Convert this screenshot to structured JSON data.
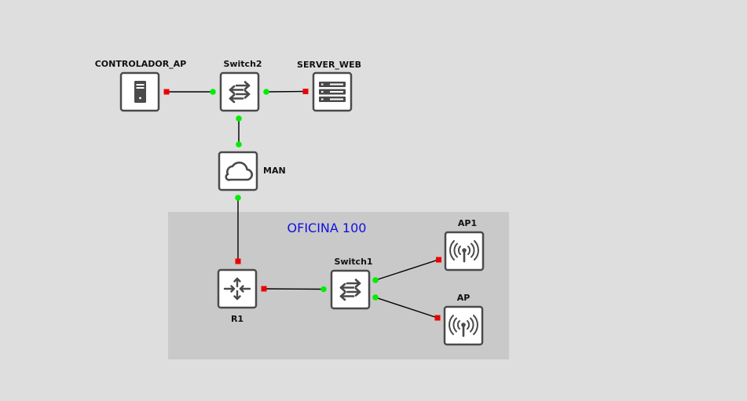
{
  "area": {
    "label": "OFICINA 100",
    "label_color": "#1010e0",
    "fill": "#c9c9c9"
  },
  "colors": {
    "link_up": "#00ee00",
    "link_down": "#ee0000",
    "background": "#dedede"
  },
  "nodes": {
    "controlador_ap": {
      "label": "CONTROLADOR_AP",
      "icon": "server-tower-icon"
    },
    "switch2": {
      "label": "Switch2",
      "icon": "switch-icon"
    },
    "server_web": {
      "label": "SERVER_WEB",
      "icon": "server-rack-icon"
    },
    "man": {
      "label": "MAN",
      "icon": "cloud-icon"
    },
    "r1": {
      "label": "R1",
      "icon": "router-icon"
    },
    "switch1": {
      "label": "Switch1",
      "icon": "switch-icon"
    },
    "ap1": {
      "label": "AP1",
      "icon": "wireless-ap-icon"
    },
    "ap": {
      "label": "AP",
      "icon": "wireless-ap-icon"
    }
  },
  "links": [
    {
      "from": "controlador_ap",
      "to": "switch2",
      "from_status": "down",
      "to_status": "up"
    },
    {
      "from": "switch2",
      "to": "server_web",
      "from_status": "up",
      "to_status": "down"
    },
    {
      "from": "switch2",
      "to": "man",
      "from_status": "up",
      "to_status": "up"
    },
    {
      "from": "man",
      "to": "r1",
      "from_status": "up",
      "to_status": "down"
    },
    {
      "from": "r1",
      "to": "switch1",
      "from_status": "down",
      "to_status": "up"
    },
    {
      "from": "switch1",
      "to": "ap1",
      "from_status": "up",
      "to_status": "down"
    },
    {
      "from": "switch1",
      "to": "ap",
      "from_status": "up",
      "to_status": "down"
    }
  ]
}
